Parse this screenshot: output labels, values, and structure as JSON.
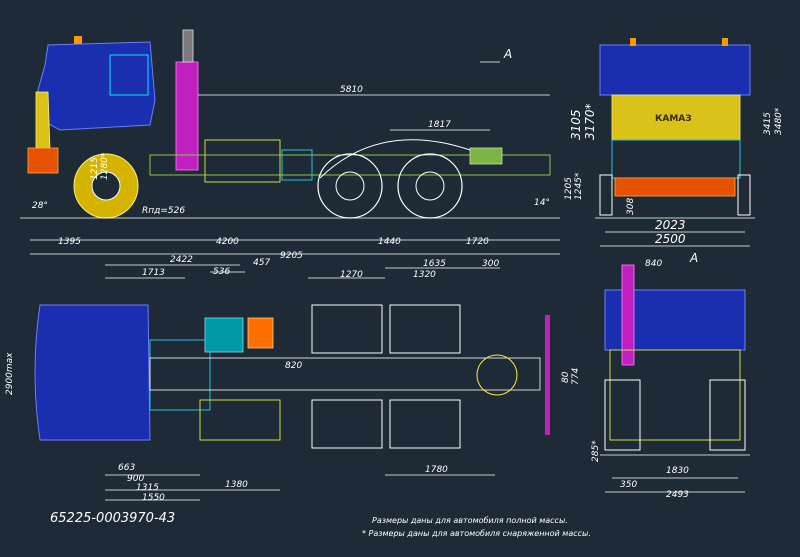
{
  "model": "65225-0003970-43",
  "view_label": "A",
  "brand": "КАМАЗ",
  "notes": [
    "Размеры даны для автомобиля полной массы.",
    "* Размеры даны для автомобиля снаряженной массы."
  ],
  "side_view": {
    "overall_length": "9205",
    "front_overhang": "1395",
    "wheelbase_front": "4200",
    "tandem": "1440",
    "rear_overhang": "1720",
    "frame_length": "5810",
    "fifth_wheel_offset": "1817",
    "approach_angle": "28°",
    "departure_angle": "14°",
    "turning_radius": "Rпд=526",
    "front_axle_height": "1215",
    "front_axle_height_star": "1280*",
    "rear_height": "1205",
    "rear_height_star": "1245*",
    "cab_height": "3105",
    "cab_height_star": "3170*",
    "direction": "A"
  },
  "front_view": {
    "height": "3415",
    "height_star": "3480*",
    "ground_clearance": "308",
    "track": "2023",
    "width": "2500"
  },
  "top_view": {
    "d_2422": "2422",
    "d_1713": "1713",
    "d_536": "536",
    "d_457": "457",
    "d_1270": "1270",
    "d_1635": "1635",
    "d_1320": "1320",
    "d_300": "300",
    "d_820": "820",
    "d_80": "80",
    "d_774": "774",
    "d_663": "663",
    "d_900": "900",
    "d_1315": "1315",
    "d_1550": "1550",
    "d_1380": "1380",
    "d_1780": "1780",
    "max_width": "2900max"
  },
  "rear_view": {
    "d_840": "840",
    "d_1830": "1830",
    "d_350": "350",
    "d_2493": "2493",
    "d_285": "285*"
  }
}
